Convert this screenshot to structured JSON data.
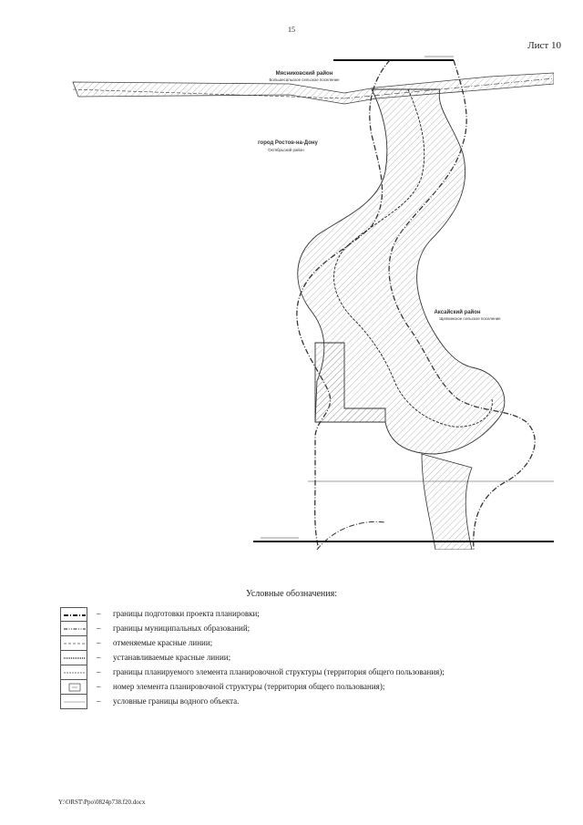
{
  "page_number": "15",
  "sheet_label": "Лист 10",
  "map": {
    "labels": {
      "myasnikovsky_district": "Мясниковский район",
      "bolshesalskoe": "Большесальское сельское поселение",
      "rostov_city": "город Ростов-на-Дону",
      "oktyabrsky_district": "Октябрьский район",
      "aksaysky_district": "Аксайский район",
      "shchepkinskoe": "Щепкинское сельское поселение"
    }
  },
  "legend": {
    "title": "Условные обозначения:",
    "dash": "–",
    "items": [
      {
        "text": "границы подготовки проекта планировки;"
      },
      {
        "text": "границы муниципальных образований;"
      },
      {
        "text": "отменяемые красные линии;"
      },
      {
        "text": "устанавливаемые красные линии;"
      },
      {
        "text": "границы планируемого элемента планировочной структуры (территория общего пользования);"
      },
      {
        "text": "номер элемента планировочной структуры (территория общего пользования);"
      },
      {
        "text": "условные границы водного объекта."
      }
    ]
  },
  "footer": {
    "path": "Y:\\ORST\\Ppo\\0824p738.f20.docx"
  }
}
